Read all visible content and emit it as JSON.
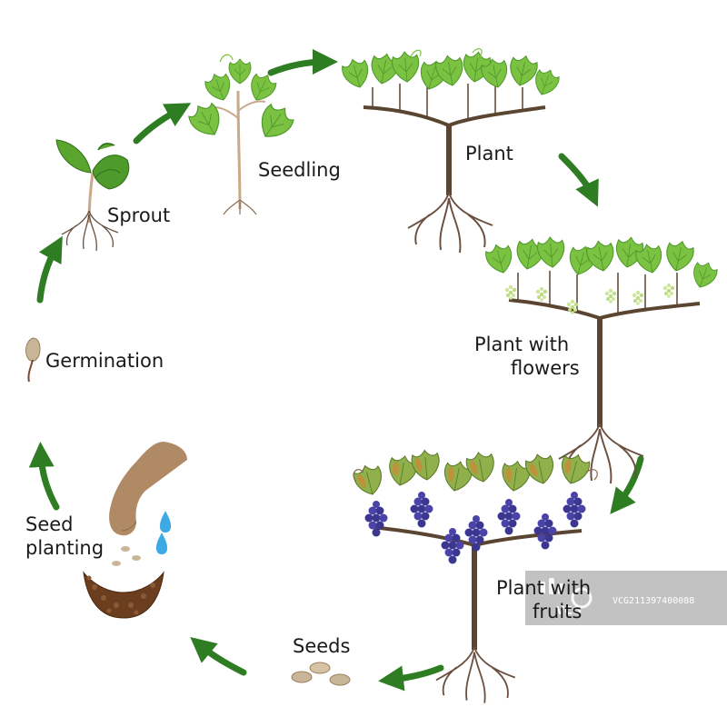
{
  "stages": {
    "seedling": "Seedling",
    "sprout": "Sprout",
    "germination": "Germination",
    "seed_planting_1": "Seed",
    "seed_planting_2": "planting",
    "seeds": "Seeds",
    "plant": "Plant",
    "plant_flowers_1": "Plant with",
    "plant_flowers_2": "flowers",
    "plant_fruits_1": "Plant with",
    "plant_fruits_2": "fruits"
  },
  "watermark": {
    "logo_text": "VCG",
    "code": "VCG211397400088"
  },
  "colors": {
    "arrow": "#2e7d22",
    "leaf": "#7cc242",
    "leaf_dark": "#4e9a2b",
    "stem": "#5a4530",
    "root": "#6b5040",
    "grape": "#3b3690",
    "soil": "#6b3e1f",
    "water": "#3fa9e6",
    "hand": "#b08a64"
  }
}
